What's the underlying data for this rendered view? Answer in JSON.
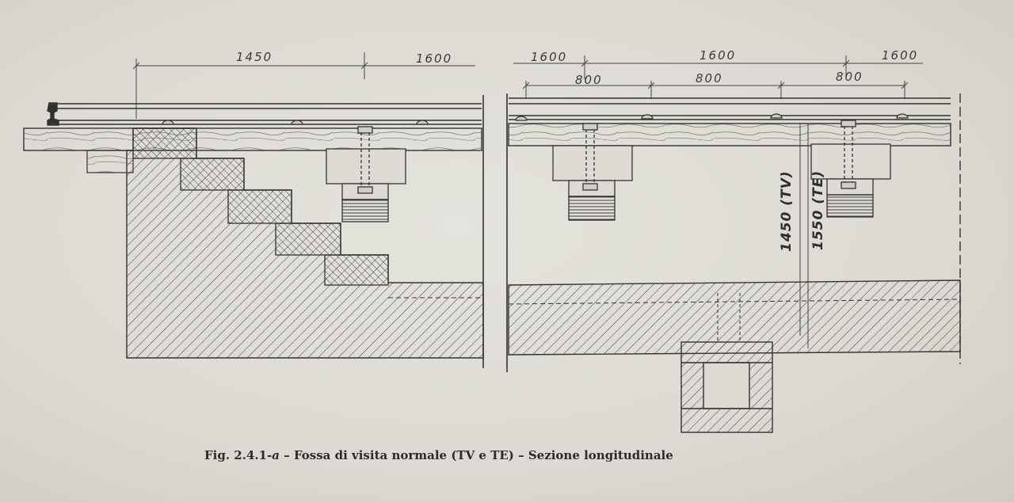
{
  "left_view": {
    "dims": {
      "d1": "1450",
      "d2": "1600"
    }
  },
  "right_view": {
    "dims": {
      "top_left": "1600",
      "top_mid": "1600",
      "top_right": "1600",
      "sub_1": "800",
      "sub_2": "800",
      "sub_3": "800",
      "vert_tv": "1450 (TV)",
      "vert_te": "1550 (TE)"
    }
  },
  "caption": {
    "fig_number": "Fig. 2.4.1-",
    "fig_letter": "a",
    "text": " – Fossa di visita normale (TV e TE) – Sezione longitudinale"
  }
}
